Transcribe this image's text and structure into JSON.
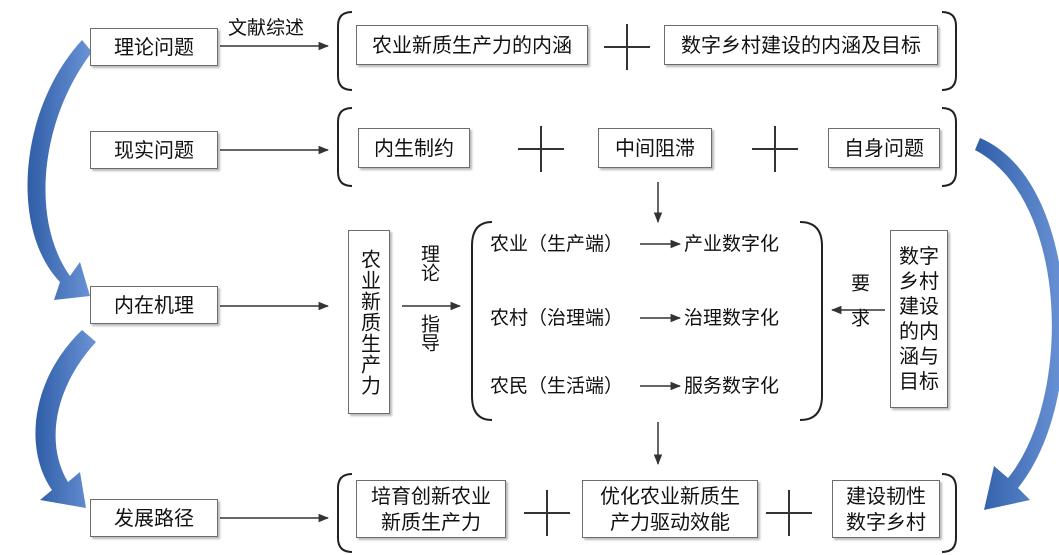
{
  "left": {
    "theory": "理论问题",
    "reality": "现实问题",
    "mechanism": "内在机理",
    "path": "发展路径"
  },
  "edge_label_review": "文献综述",
  "row1": {
    "a": "农业新质生产力的内涵",
    "b": "数字乡村建设的内涵及目标"
  },
  "row2": {
    "a": "内生制约",
    "b": "中间阻滞",
    "c": "自身问题"
  },
  "middle": {
    "productivity": "农业新质生产力",
    "guide_top": "理论",
    "guide_bottom": "指导",
    "require": "要求",
    "rural_goal": "数字乡村建设的内涵与目标",
    "lines": [
      {
        "from": "农业（生产端）",
        "to": "产业数字化"
      },
      {
        "from": "农村（治理端）",
        "to": "治理数字化"
      },
      {
        "from": "农民（生活端）",
        "to": "服务数字化"
      }
    ]
  },
  "row4": {
    "a": "培育创新农业新质生产力",
    "b": "优化农业新质生产力驱动效能",
    "c": "建设韧性数字乡村"
  },
  "colors": {
    "line": "#333333",
    "curve_arrow": "#3f6db3",
    "box_border": "#6d6d6d"
  }
}
